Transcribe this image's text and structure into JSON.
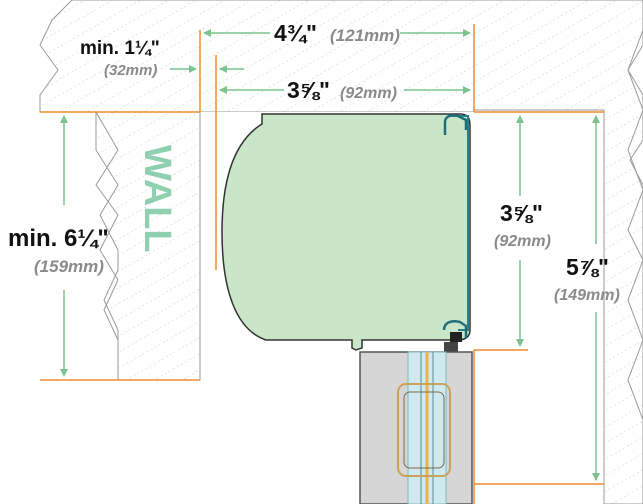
{
  "wall_label": "WALL",
  "dimensions": {
    "depth_total": {
      "imperial": "4¾\"",
      "metric": "(121mm)"
    },
    "min_side": {
      "imperial": "min. 1¼\"",
      "metric": "(32mm)"
    },
    "housing_depth": {
      "imperial": "3⅝\"",
      "metric": "(92mm)"
    },
    "min_height": {
      "imperial": "min. 6¼\"",
      "metric": "(159mm)"
    },
    "housing_height": {
      "imperial": "3⅝\"",
      "metric": "(92mm)"
    },
    "total_height": {
      "imperial": "5⅞\"",
      "metric": "(149mm)"
    }
  },
  "colors": {
    "dimension_line": "#7cc48f",
    "reference_line": "#f08a2c",
    "housing_fill": "#c9e6c9",
    "frame_fill": "#d6d6d6",
    "glass_fill": "#cfe9ef",
    "hatch": "#b8b8b8"
  }
}
